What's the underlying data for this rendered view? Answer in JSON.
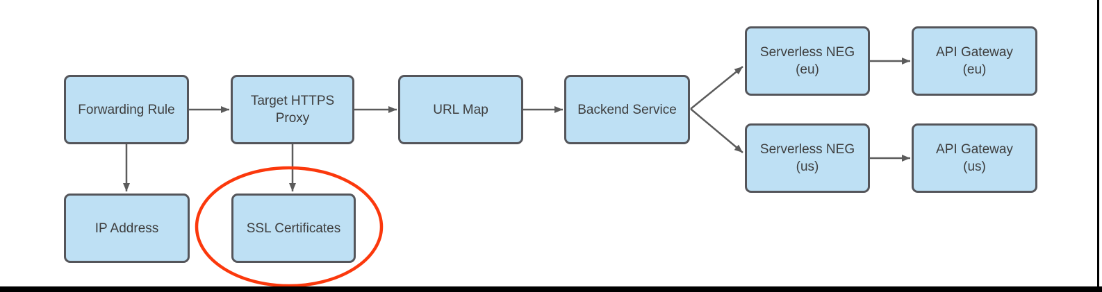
{
  "diagram": {
    "type": "flowchart",
    "colors": {
      "node_fill": "#bee0f4",
      "node_border": "#54555a",
      "node_text": "#3d3d3d",
      "arrow": "#5b5b5b",
      "highlight_ellipse": "#fb380c",
      "frame_border": "#000000"
    },
    "nodes": [
      {
        "id": "forwarding-rule",
        "label": "Forwarding Rule",
        "lines": [
          "Forwarding Rule"
        ]
      },
      {
        "id": "target-https-proxy",
        "label": "Target HTTPS Proxy",
        "lines": [
          "Target HTTPS",
          "Proxy"
        ]
      },
      {
        "id": "url-map",
        "label": "URL Map",
        "lines": [
          "URL Map"
        ]
      },
      {
        "id": "backend-service",
        "label": "Backend Service",
        "lines": [
          "Backend Service"
        ]
      },
      {
        "id": "serverless-neg-eu",
        "label": "Serverless NEG (eu)",
        "lines": [
          "Serverless NEG",
          "(eu)"
        ]
      },
      {
        "id": "api-gateway-eu",
        "label": "API Gateway (eu)",
        "lines": [
          "API Gateway",
          "(eu)"
        ]
      },
      {
        "id": "serverless-neg-us",
        "label": "Serverless NEG (us)",
        "lines": [
          "Serverless NEG",
          "(us)"
        ]
      },
      {
        "id": "api-gateway-us",
        "label": "API Gateway (us)",
        "lines": [
          "API Gateway",
          "(us)"
        ]
      },
      {
        "id": "ip-address",
        "label": "IP Address",
        "lines": [
          "IP Address"
        ]
      },
      {
        "id": "ssl-certificates",
        "label": "SSL Certificates",
        "lines": [
          "SSL Certificates"
        ]
      }
    ],
    "edges": [
      {
        "from": "forwarding-rule",
        "to": "target-https-proxy"
      },
      {
        "from": "target-https-proxy",
        "to": "url-map"
      },
      {
        "from": "url-map",
        "to": "backend-service"
      },
      {
        "from": "backend-service",
        "to": "serverless-neg-eu"
      },
      {
        "from": "backend-service",
        "to": "serverless-neg-us"
      },
      {
        "from": "serverless-neg-eu",
        "to": "api-gateway-eu"
      },
      {
        "from": "serverless-neg-us",
        "to": "api-gateway-us"
      },
      {
        "from": "forwarding-rule",
        "to": "ip-address"
      },
      {
        "from": "target-https-proxy",
        "to": "ssl-certificates"
      }
    ],
    "annotations": [
      {
        "type": "ellipse",
        "highlights": "ssl-certificates",
        "color": "#fb380c"
      }
    ]
  }
}
